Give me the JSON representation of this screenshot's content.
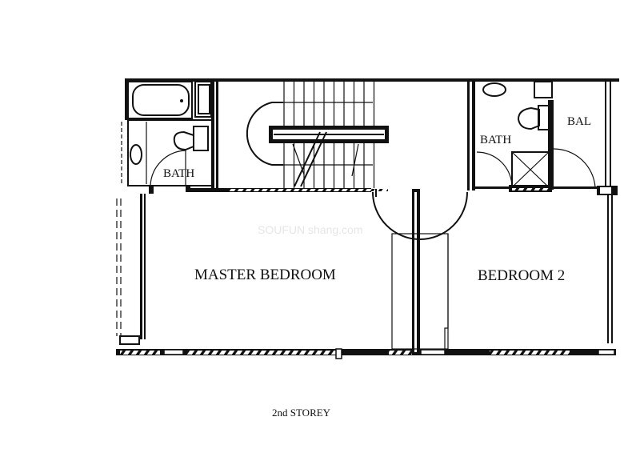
{
  "plan": {
    "caption": "2nd STOREY",
    "rooms": {
      "master_bedroom": "MASTER BEDROOM",
      "bedroom_2": "BEDROOM 2",
      "bath_left": "BATH",
      "bath_right": "BATH",
      "balcony": "BAL"
    },
    "watermark": "SOUFUN shang.com",
    "colors": {
      "ink": "#111111",
      "paper": "#ffffff"
    }
  }
}
